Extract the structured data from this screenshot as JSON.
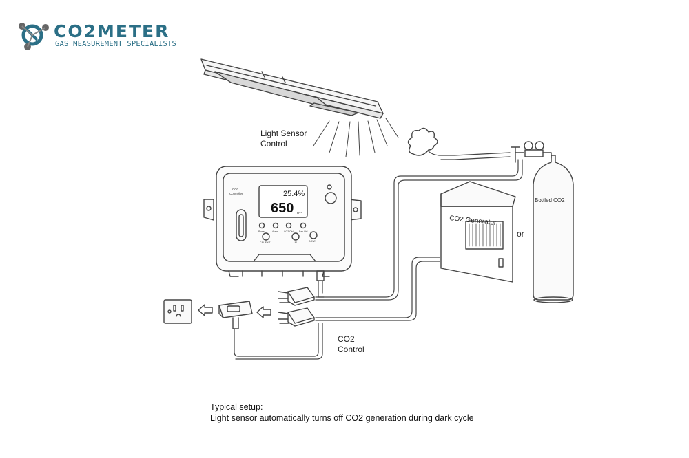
{
  "brand": {
    "name": "CO2METER",
    "tagline": "GAS MEASUREMENT SPECIALISTS",
    "color": "#2b6f86"
  },
  "labels": {
    "light_sensor_line1": "Light Sensor",
    "light_sensor_line2": "Control",
    "co2_control_line1": "CO2",
    "co2_control_line2": "Control",
    "generator": "CO2 Generator",
    "or": "or",
    "bottled": "Bottled CO2"
  },
  "controller": {
    "title_line1": "CO2",
    "title_line2": "Controller",
    "display_top": "25.4%",
    "display_main": "650",
    "display_unit": "ppm",
    "buttons": [
      "CAL/EXIT",
      "UP",
      "DOWN"
    ],
    "leds": [
      "Power",
      "Alarm",
      "CO2 Ctrl",
      "Fan Ctrl"
    ]
  },
  "caption": {
    "line1": "Typical setup:",
    "line2": "Light sensor automatically turns off CO2 generation during dark cycle"
  }
}
